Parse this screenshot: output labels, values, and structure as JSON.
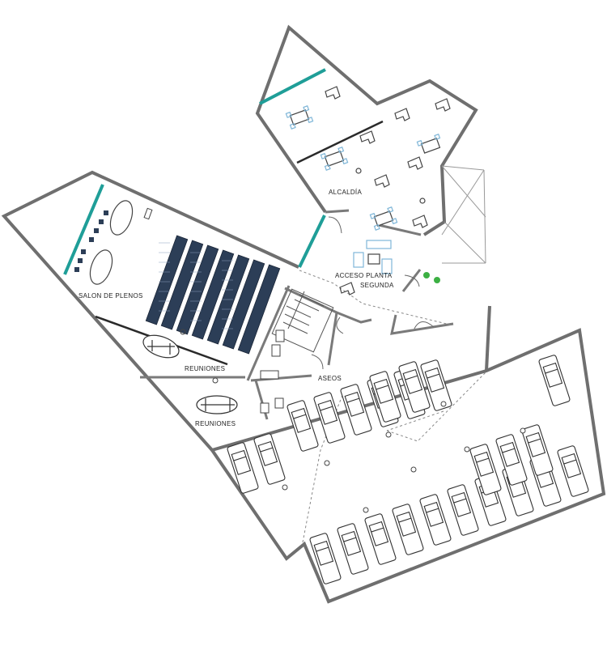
{
  "labels": {
    "alcaldia": "ALCALDÍA",
    "acceso_1": "ACCESO PLANTA",
    "acceso_2": "SEGUNDA",
    "salon": "SALON DE PLENOS",
    "reuniones_1": "REUNIONES",
    "reuniones_2": "REUNIONES",
    "aseos": "ASEOS"
  },
  "colors": {
    "wall": "#6f6f6f",
    "wall_dark": "#2a2a2a",
    "glass": "#1f9e98",
    "furniture": "#444444",
    "chair": "#2c3e57",
    "chair_light": "#7fb6d8",
    "plant": "#3cb043"
  }
}
